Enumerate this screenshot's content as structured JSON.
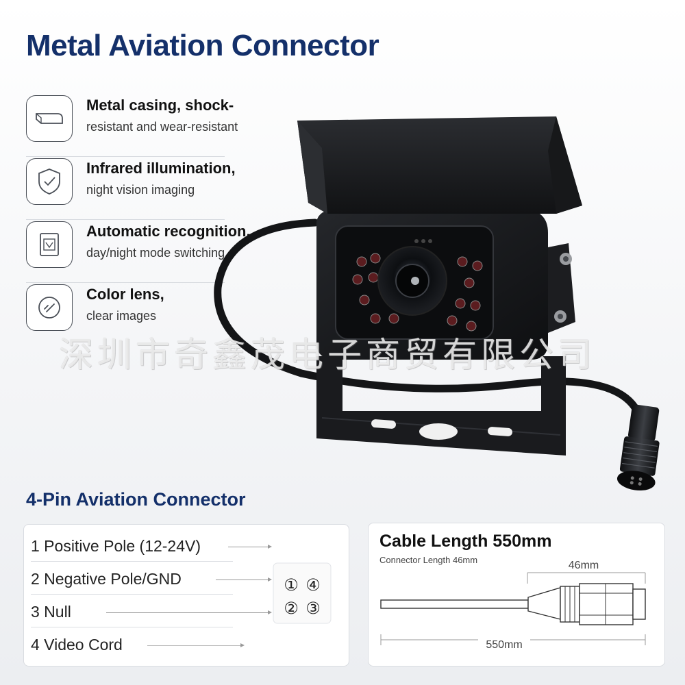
{
  "header": {
    "title": "Metal Aviation Connector"
  },
  "features": [
    {
      "icon": "metal-casing-icon",
      "title": "Metal casing, shock-",
      "subtitle": "resistant and wear-resistant"
    },
    {
      "icon": "shield-icon",
      "title": "Infrared illumination,",
      "subtitle": "night vision imaging"
    },
    {
      "icon": "day-night-icon",
      "title": "Automatic recognition,",
      "subtitle": "day/night mode switching"
    },
    {
      "icon": "lens-icon",
      "title": "Color lens,",
      "subtitle": "clear images"
    }
  ],
  "watermark": "深圳市奇鑫茂电子商贸有限公司",
  "pins": {
    "heading": "4-Pin Aviation Connector",
    "items": [
      {
        "label": "1 Positive Pole (12-24V)"
      },
      {
        "label": "2 Negative Pole/GND"
      },
      {
        "label": "3 Null"
      },
      {
        "label": "4 Video Cord"
      }
    ],
    "diagram_numbers": [
      "①",
      "④",
      "②",
      "③"
    ]
  },
  "cable": {
    "title": "Cable Length 550mm",
    "subtitle": "Connector Length 46mm",
    "connector_dim": "46mm",
    "cable_dim": "550mm"
  },
  "colors": {
    "title": "#14306a",
    "text": "#111111",
    "border": "#d9dce1"
  }
}
